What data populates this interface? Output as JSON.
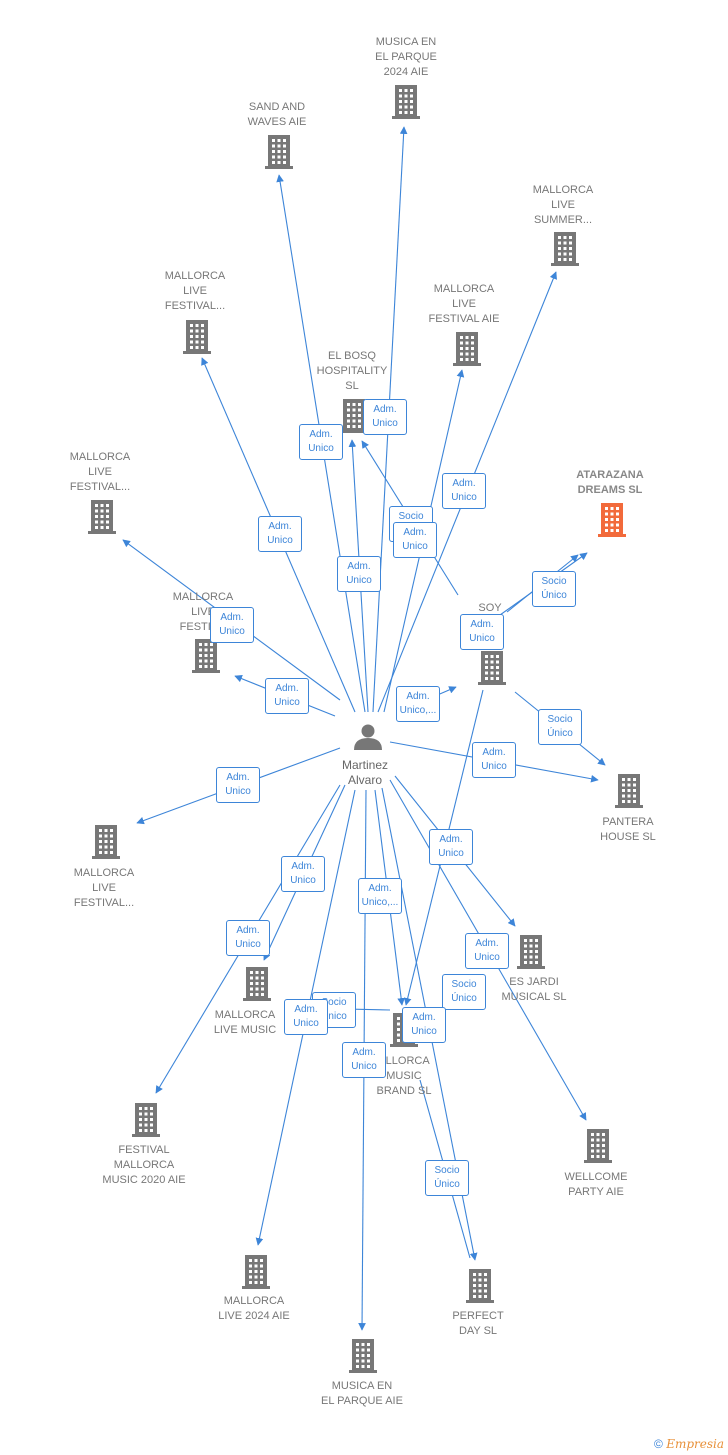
{
  "colors": {
    "edge": "#3d85d8",
    "company_icon": "#777777",
    "focus_icon": "#f26a3b",
    "person_icon": "#777777"
  },
  "person": {
    "name_line1": "Martinez",
    "name_line2": "Alvaro"
  },
  "companies": [
    {
      "id": "c1",
      "lines": [
        "MUSICA EN",
        "EL PARQUE",
        "2024 AIE"
      ]
    },
    {
      "id": "c2",
      "lines": [
        "SAND AND",
        "WAVES AIE"
      ]
    },
    {
      "id": "c3",
      "lines": [
        "MALLORCA",
        "LIVE",
        "SUMMER..."
      ]
    },
    {
      "id": "c4",
      "lines": [
        "MALLORCA",
        "LIVE",
        "FESTIVAL..."
      ]
    },
    {
      "id": "c5",
      "lines": [
        "MALLORCA",
        "LIVE",
        "FESTIVAL AIE"
      ]
    },
    {
      "id": "c6",
      "lines": [
        "EL BOSQ",
        "HOSPITALITY",
        "SL"
      ]
    },
    {
      "id": "c7",
      "lines": [
        "ATARAZANA",
        "DREAMS  SL"
      ],
      "focus": true
    },
    {
      "id": "c8",
      "lines": [
        "MALLORCA",
        "LIVE",
        "FESTIVAL..."
      ]
    },
    {
      "id": "c9",
      "lines": [
        "MALLORCA",
        "LIVE",
        "FESTIV..."
      ]
    },
    {
      "id": "c10",
      "lines": [
        "SOY",
        "E",
        "S   SL"
      ]
    },
    {
      "id": "c11",
      "lines": [
        "PANTERA",
        "HOUSE  SL"
      ]
    },
    {
      "id": "c12",
      "lines": [
        "MALLORCA",
        "LIVE",
        "FESTIVAL..."
      ]
    },
    {
      "id": "c13",
      "lines": [
        "ES JARDI",
        "MUSICAL  SL"
      ]
    },
    {
      "id": "c14",
      "lines": [
        "MALLORCA",
        "LIVE MUSIC"
      ]
    },
    {
      "id": "c15",
      "lines": [
        "ALLORCA",
        "MUSIC",
        "BRAND  SL"
      ]
    },
    {
      "id": "c16",
      "lines": [
        "FESTIVAL",
        "MALLORCA",
        "MUSIC 2020 AIE"
      ]
    },
    {
      "id": "c17",
      "lines": [
        "WELLCOME",
        "PARTY AIE"
      ]
    },
    {
      "id": "c18",
      "lines": [
        "MALLORCA",
        "LIVE 2024 AIE"
      ]
    },
    {
      "id": "c19",
      "lines": [
        "PERFECT",
        "DAY  SL"
      ]
    },
    {
      "id": "c20",
      "lines": [
        "MUSICA EN",
        "EL PARQUE AIE"
      ]
    }
  ],
  "edge_labels": [
    {
      "id": "e1",
      "lines": [
        "Adm.",
        "Unico"
      ]
    },
    {
      "id": "e2",
      "lines": [
        "Adm.",
        "Unico"
      ]
    },
    {
      "id": "e3",
      "lines": [
        "Adm.",
        "Unico"
      ]
    },
    {
      "id": "e4",
      "lines": [
        "Socio",
        "Único"
      ]
    },
    {
      "id": "e5",
      "lines": [
        "Adm.",
        "Unico"
      ]
    },
    {
      "id": "e6",
      "lines": [
        "Adm.",
        "Unico"
      ]
    },
    {
      "id": "e7",
      "lines": [
        "Adm.",
        "Unico"
      ]
    },
    {
      "id": "e8",
      "lines": [
        "Adm.",
        "Unico"
      ]
    },
    {
      "id": "e9",
      "lines": [
        "Socio",
        "Único"
      ]
    },
    {
      "id": "e10",
      "lines": [
        "Adm.",
        "Unico"
      ]
    },
    {
      "id": "e11",
      "lines": [
        "Adm.",
        "Unico"
      ]
    },
    {
      "id": "e12",
      "lines": [
        "Adm.",
        "Unico,..."
      ]
    },
    {
      "id": "e13",
      "lines": [
        "Socio",
        "Único"
      ]
    },
    {
      "id": "e14",
      "lines": [
        "Adm.",
        "Unico"
      ]
    },
    {
      "id": "e15",
      "lines": [
        "Adm.",
        "Unico"
      ]
    },
    {
      "id": "e16",
      "lines": [
        "Adm.",
        "Unico"
      ]
    },
    {
      "id": "e17",
      "lines": [
        "Adm.",
        "Unico"
      ]
    },
    {
      "id": "e18",
      "lines": [
        "Adm.",
        "Unico,..."
      ]
    },
    {
      "id": "e19",
      "lines": [
        "Adm.",
        "Unico"
      ]
    },
    {
      "id": "e20",
      "lines": [
        "Adm.",
        "Unico"
      ]
    },
    {
      "id": "e21",
      "lines": [
        "Socio",
        "Único"
      ]
    },
    {
      "id": "e22",
      "lines": [
        "Socio",
        "Único"
      ]
    },
    {
      "id": "e23",
      "lines": [
        "Adm.",
        "Unico"
      ]
    },
    {
      "id": "e24",
      "lines": [
        "Adm.",
        "Unico"
      ]
    },
    {
      "id": "e25",
      "lines": [
        "Adm.",
        "Unico"
      ]
    },
    {
      "id": "e26",
      "lines": [
        "Socio",
        "Único"
      ]
    }
  ],
  "footer": {
    "copyright": "©",
    "brand": "Empresia"
  }
}
